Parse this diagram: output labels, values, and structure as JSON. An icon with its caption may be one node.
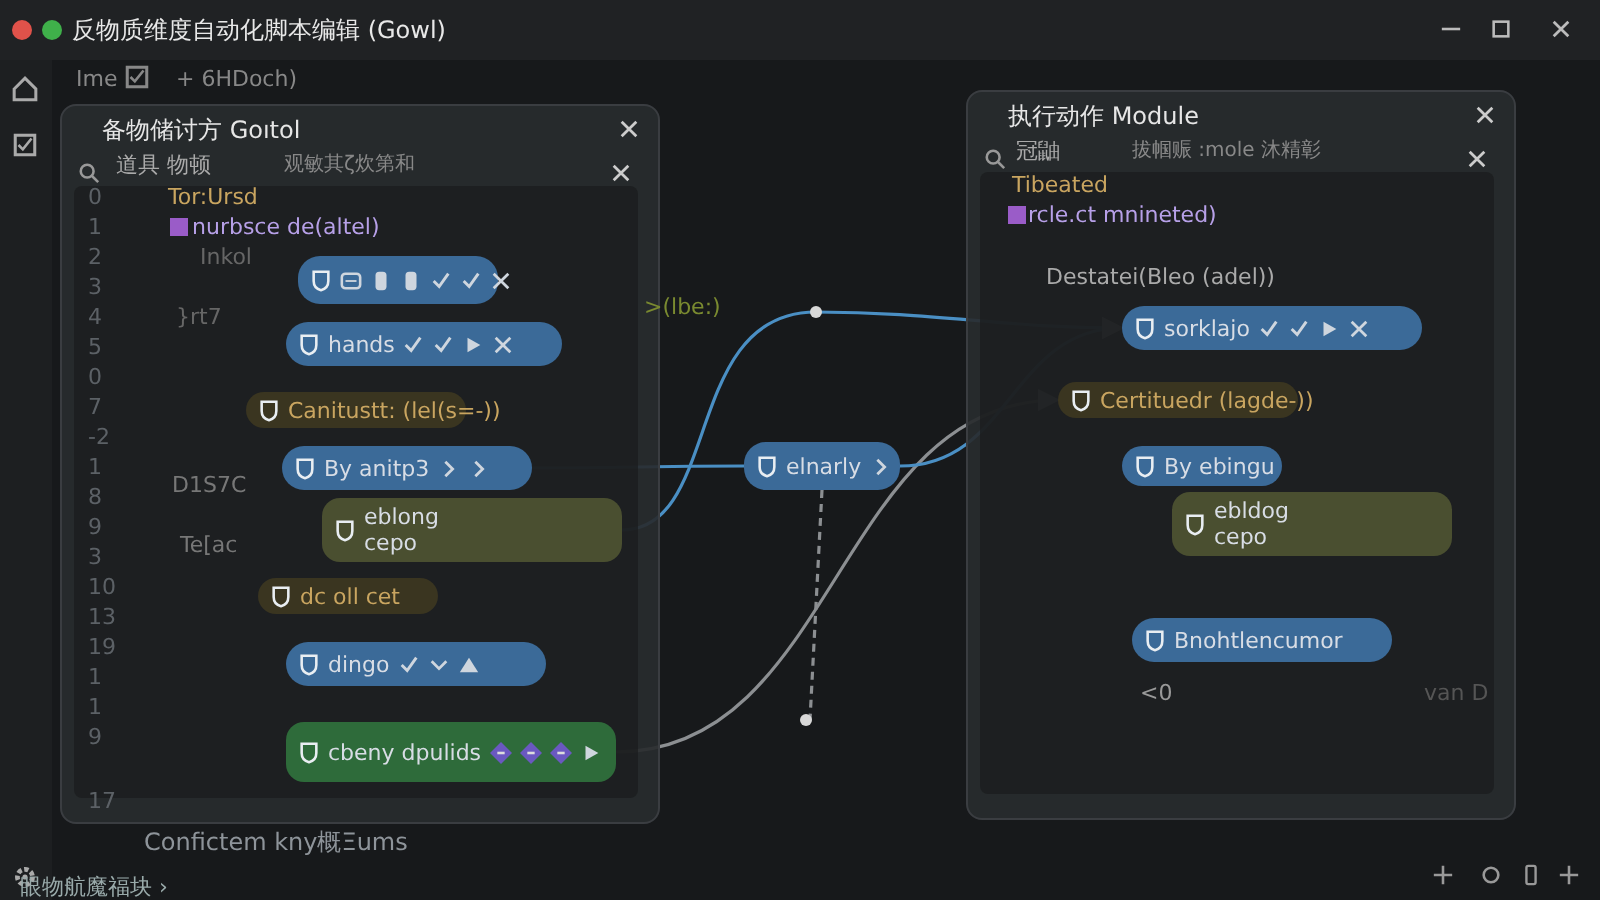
{
  "diagram": {
    "title": "反物质维度自动化脚本编辑 (Gowl)",
    "nodes": [
      {
        "text": [
          "备物储讨方 Goıtol"
        ]
      },
      {
        "text": [],
        "shape": "bar",
        "in": 0
      },
      {
        "text": [
          "hands"
        ],
        "in": 0
      },
      {
        "text": [
          "Canitustt: (lel(s=-))"
        ],
        "in": 0
      },
      {
        "text": [
          "By anitp3"
        ],
        "in": 0
      },
      {
        "text": [
          "eblong",
          "cepo"
        ],
        "in": 0
      },
      {
        "text": [
          "dc oll cet"
        ],
        "in": 0
      },
      {
        "text": [
          "dingo"
        ],
        "in": 0
      },
      {
        "text": [
          "cbeny dpulids"
        ],
        "in": 0
      },
      {
        "text": [
          "elnarly"
        ]
      },
      {
        "text": [
          "执行动作 Module"
        ]
      },
      {
        "text": [
          "sorklajo"
        ],
        "in": 10
      },
      {
        "text": [
          "Certituedr (lagde-))"
        ],
        "in": 10
      },
      {
        "text": [
          "By ebingu"
        ],
        "in": 10
      },
      {
        "text": [
          "ebldog",
          "cepo"
        ],
        "in": 10
      },
      {
        "text": [
          "Bnohtlencumor"
        ],
        "in": 10
      }
    ],
    "edges": [
      {
        "from": 4,
        "to": 9,
        "arrow": "none"
      },
      {
        "from": 5,
        "to": 11,
        "arrow": "to"
      },
      {
        "from": 8,
        "to": 12,
        "arrow": "to",
        "color": "#8c8f92"
      },
      {
        "from": 9,
        "to": 11,
        "arrow": "to"
      },
      {
        "from": 9,
        "to": null,
        "arrow": "none",
        "style": "dashed",
        "color": "#8c8f92"
      }
    ],
    "labels": [
      "Ime",
      "+ 6HDoch)",
      "道具 物顿",
      "观敏其ζ炊第和",
      "Tor:Ursd",
      "nurbsce de(altel)",
      "Inkol",
      "}rt7",
      "D1S7C",
      "Te[ac",
      ">(lbe:)",
      "冠鼬",
      "拔帼赈 :mole 沐精彰",
      "Tibeated",
      "rcle.ct mnineted)",
      "Destatei(Bleo (adel))",
      "<0",
      "van D",
      "0",
      "1",
      "2",
      "3",
      "4",
      "5",
      "0",
      "7",
      "-2",
      "1",
      "8",
      "9",
      "3",
      "10",
      "13",
      "19",
      "1",
      "1",
      "9",
      "17",
      "Confictem kny概Ξums",
      "眼物航魔福块 ›"
    ]
  }
}
